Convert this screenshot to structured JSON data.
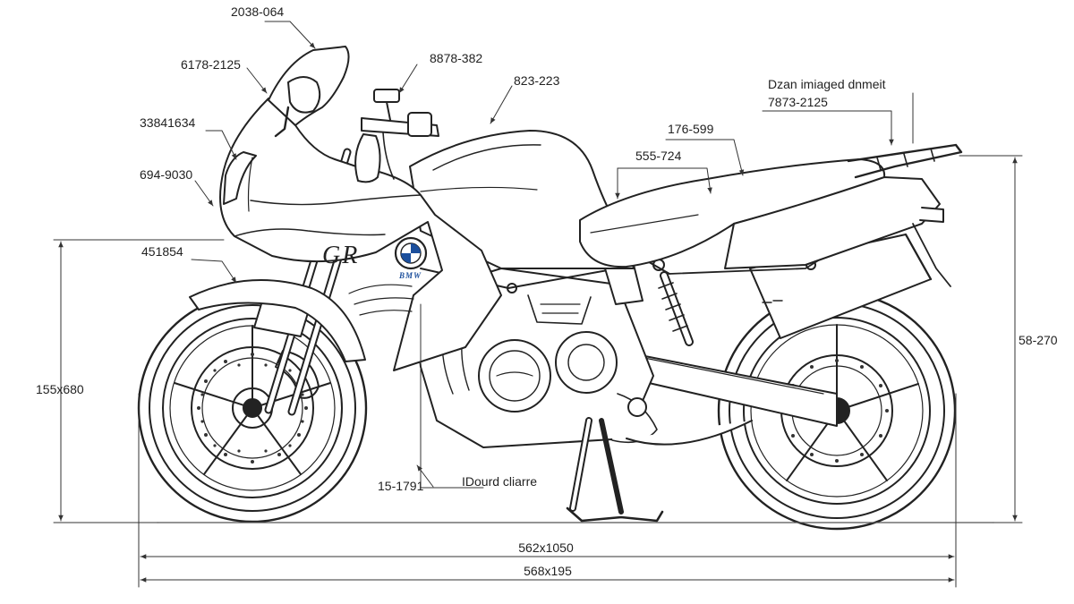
{
  "colors": {
    "line": "#222222",
    "dim": "#333333",
    "accent": "#1c4f9c",
    "background": "#ffffff"
  },
  "labels": {
    "windscreen_top": "2038-064",
    "windscreen_side": "6178-2125",
    "mirror": "8878-382",
    "tank_top": "823-223",
    "fairing_upper": "33841634",
    "fairing_lower": "694-9030",
    "seat_front": "555-724",
    "seat_rear": "176-599",
    "rack_title": "Dzan imiaged dnmeit",
    "rack": "7873-2125",
    "front_fender": "451854",
    "front_height": "155x680",
    "rear_height": "58-270",
    "ground_left": "15-1791",
    "ground_clearance": "IDourd cliarre",
    "wheelbase": "562x1050",
    "overall_length": "568x195"
  },
  "decals": {
    "logo": "BMW",
    "model_badge": "GR"
  }
}
